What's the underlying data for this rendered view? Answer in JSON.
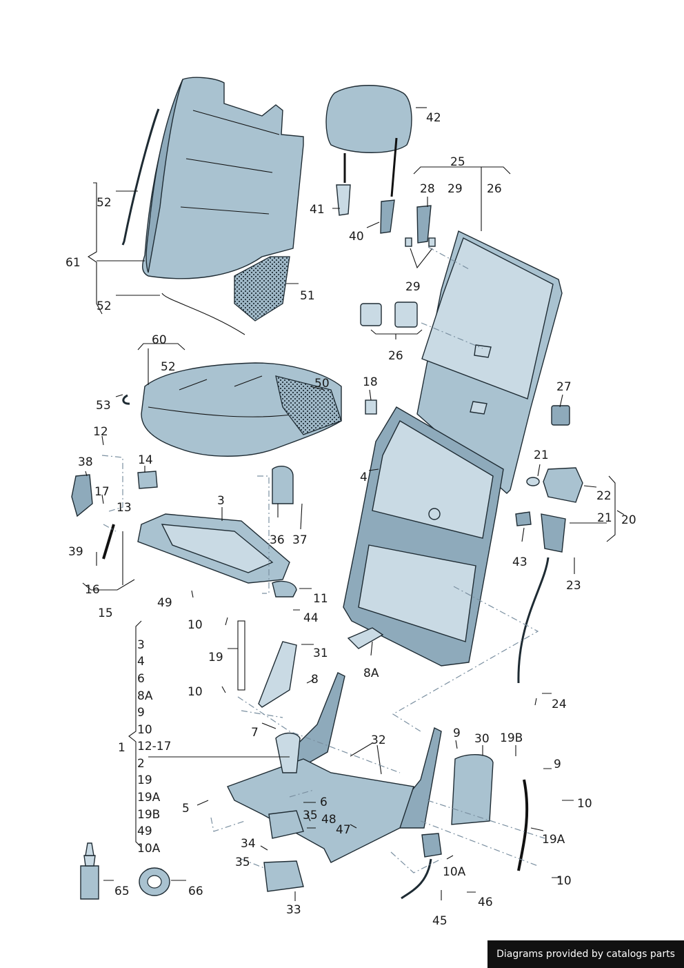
{
  "labels": {
    "l42": "42",
    "l25": "25",
    "l28": "28",
    "l29a": "29",
    "l26a": "26",
    "l41": "41",
    "l40": "40",
    "l29b": "29",
    "l26b": "26",
    "l52a": "52",
    "l61": "61",
    "l52b": "52",
    "l51": "51",
    "l60": "60",
    "l52c": "52",
    "l50": "50",
    "l18": "18",
    "l27": "27",
    "l53": "53",
    "l12": "12",
    "l38": "38",
    "l14": "14",
    "l17": "17",
    "l13": "13",
    "l3top": "3",
    "l36": "36",
    "l37": "37",
    "l4": "4",
    "l21a": "21",
    "l22": "22",
    "l21b": "21",
    "l20": "20",
    "l43": "43",
    "l23": "23",
    "l39": "39",
    "l16": "16",
    "l15": "15",
    "l49": "49",
    "l11": "11",
    "l44": "44",
    "l10a": "10",
    "l19": "19",
    "l31": "31",
    "l8A": "8A",
    "l8": "8",
    "l10b": "10",
    "l24": "24",
    "l7": "7",
    "l32": "32",
    "l9a": "9",
    "l30": "30",
    "l19B": "19B",
    "l9b": "9",
    "l10c": "10",
    "l5": "5",
    "l6": "6",
    "l35a": "35",
    "l48": "48",
    "l47": "47",
    "l19A": "19A",
    "l34": "34",
    "l35b": "35",
    "l10A": "10A",
    "l10d": "10",
    "l46": "46",
    "l33": "33",
    "l45": "45",
    "l65": "65",
    "l66": "66",
    "l1": "1"
  },
  "group_list": {
    "items": [
      "3",
      "4",
      "6",
      "8A",
      "9",
      "10",
      "12-17",
      "2",
      "19",
      "19A",
      "19B",
      "49",
      "10A"
    ]
  },
  "colors": {
    "part_fill": "#a9c2d0",
    "part_dark": "#8eaabb",
    "outline": "#1e2b33",
    "leader": "#111111",
    "dash": "#7a8fa0"
  },
  "footer": {
    "credit": "Diagrams provided by catalogs parts"
  }
}
